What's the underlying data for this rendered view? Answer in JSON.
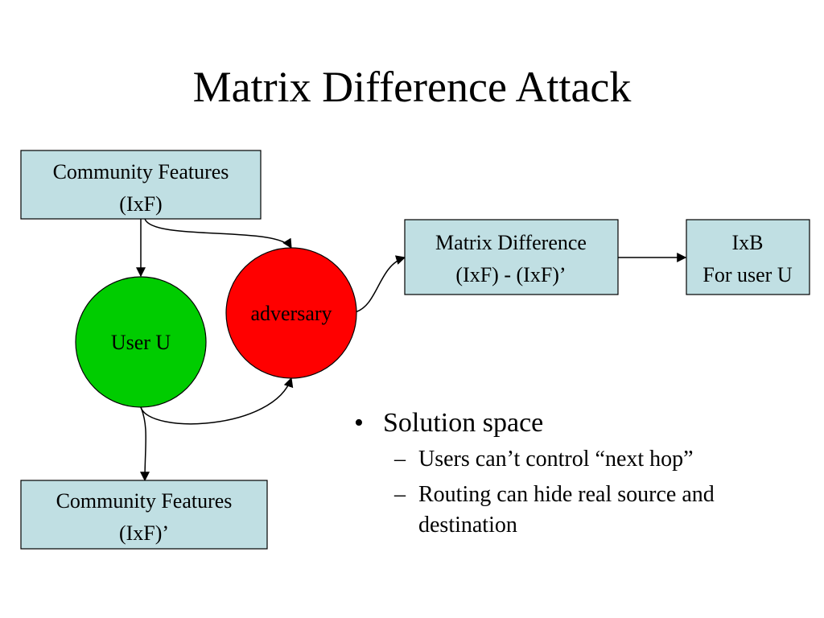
{
  "slide": {
    "title": "Matrix Difference Attack"
  },
  "diagram": {
    "community_top": {
      "line1": "Community Features",
      "line2": "(IxF)"
    },
    "community_bottom": {
      "line1": "Community Features",
      "line2": "(IxF)’"
    },
    "user": {
      "label": "User U"
    },
    "adversary": {
      "label": "adversary"
    },
    "matrix_difference": {
      "line1": "Matrix Difference",
      "line2": "(IxF) - (IxF)’"
    },
    "ixb": {
      "line1": "IxB",
      "line2": "For user U"
    }
  },
  "bullets": {
    "main": "Solution space",
    "main_marker": "•",
    "sub_marker": "–",
    "items": [
      "Users can’t control “next hop”",
      "Routing can hide real source and destination"
    ]
  },
  "colors": {
    "box_fill": "#c0dfe3",
    "user_fill": "#00cc00",
    "adversary_fill": "#ff0000"
  }
}
